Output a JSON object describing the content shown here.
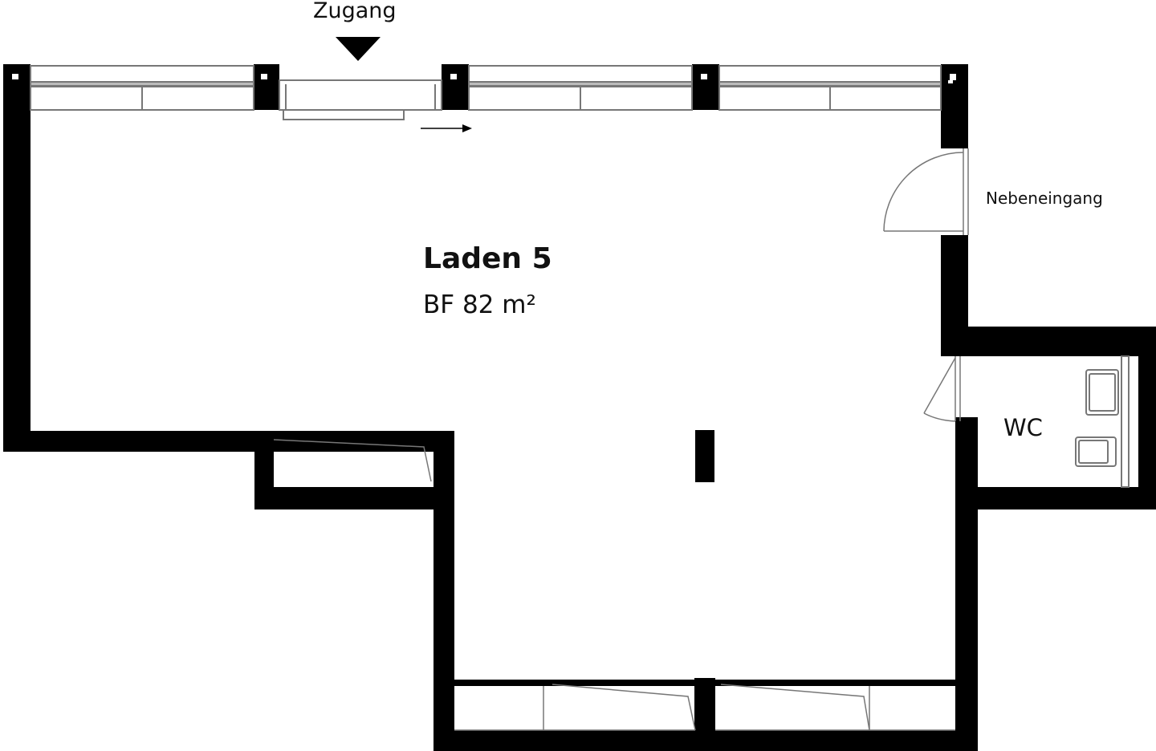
{
  "plan": {
    "entrance": {
      "label": "Zugang",
      "marker": "triangle-down"
    },
    "side_entrance": {
      "label": "Nebeneingang"
    },
    "room": {
      "name": "Laden 5",
      "area": "BF 82 m²"
    },
    "wc": {
      "label": "WC"
    },
    "colors": {
      "wall": "#000000",
      "line": "#555555",
      "background": "#ffffff"
    }
  }
}
